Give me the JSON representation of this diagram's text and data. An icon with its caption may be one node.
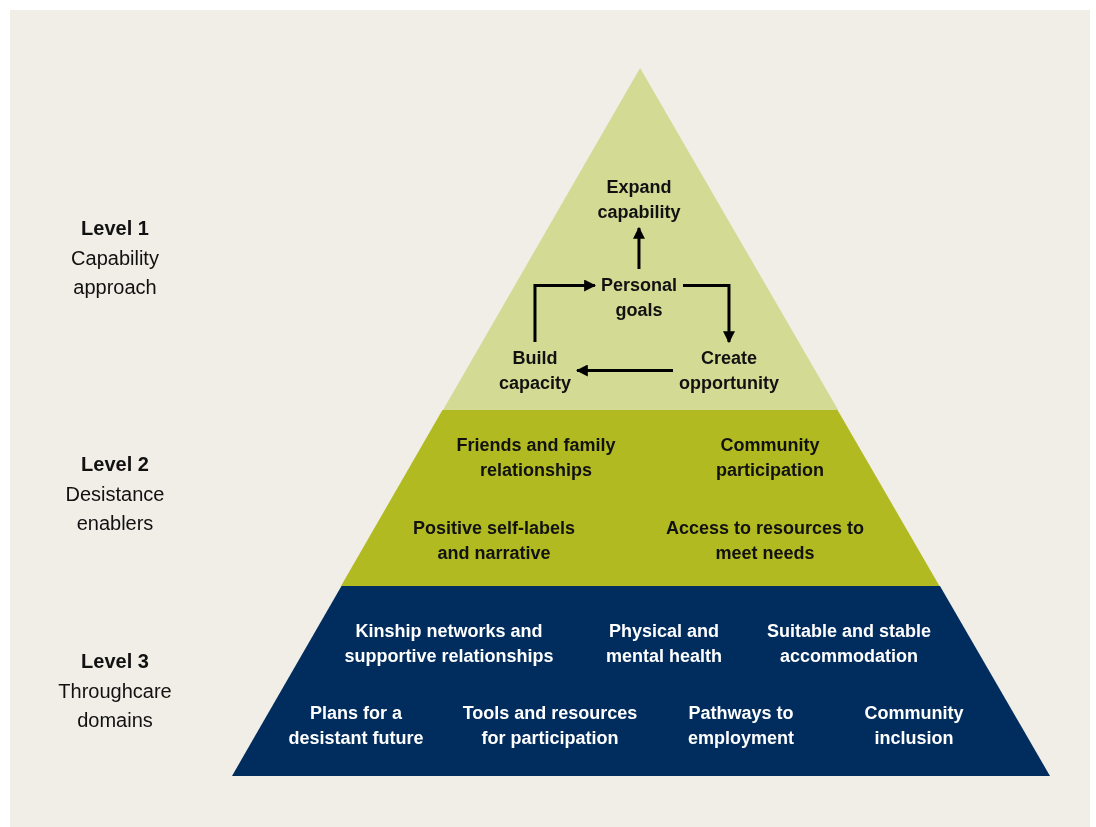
{
  "diagram": {
    "nodes": [
      {
        "text": [],
        "shape": "triangle",
        "beside": [
          "Level 1",
          "Capability approach"
        ]
      },
      {
        "text": [
          "Expand capability"
        ],
        "in": 0
      },
      {
        "text": [
          "Personal goals"
        ],
        "in": 0
      },
      {
        "text": [
          "Build capacity"
        ],
        "in": 0
      },
      {
        "text": [
          "Create opportunity"
        ],
        "in": 0
      },
      {
        "text": [],
        "shape": "band",
        "beside": [
          "Level 2",
          "Desistance enablers"
        ]
      },
      {
        "text": [
          "Friends and family relationships"
        ],
        "in": 5
      },
      {
        "text": [
          "Community participation"
        ],
        "in": 5
      },
      {
        "text": [
          "Positive self-labels and narrative"
        ],
        "in": 5
      },
      {
        "text": [
          "Access to resources to meet needs"
        ],
        "in": 5
      },
      {
        "text": [],
        "shape": "band",
        "beside": [
          "Level 3",
          "Throughcare domains"
        ]
      },
      {
        "text": [
          "Kinship networks and supportive relationships"
        ],
        "in": 10
      },
      {
        "text": [
          "Physical and mental health"
        ],
        "in": 10
      },
      {
        "text": [
          "Suitable and stable accommodation"
        ],
        "in": 10
      },
      {
        "text": [
          "Plans for a desistant future"
        ],
        "in": 10
      },
      {
        "text": [
          "Tools and resources for participation"
        ],
        "in": 10
      },
      {
        "text": [
          "Pathways to employment"
        ],
        "in": 10
      },
      {
        "text": [
          "Community inclusion"
        ],
        "in": 10
      }
    ],
    "edges": [
      {
        "from": 2,
        "to": 1,
        "arrow": "to"
      },
      {
        "from": 3,
        "to": 2,
        "arrow": "to"
      },
      {
        "from": 2,
        "to": 4,
        "arrow": "to"
      },
      {
        "from": 4,
        "to": 3,
        "arrow": "to"
      }
    ]
  }
}
